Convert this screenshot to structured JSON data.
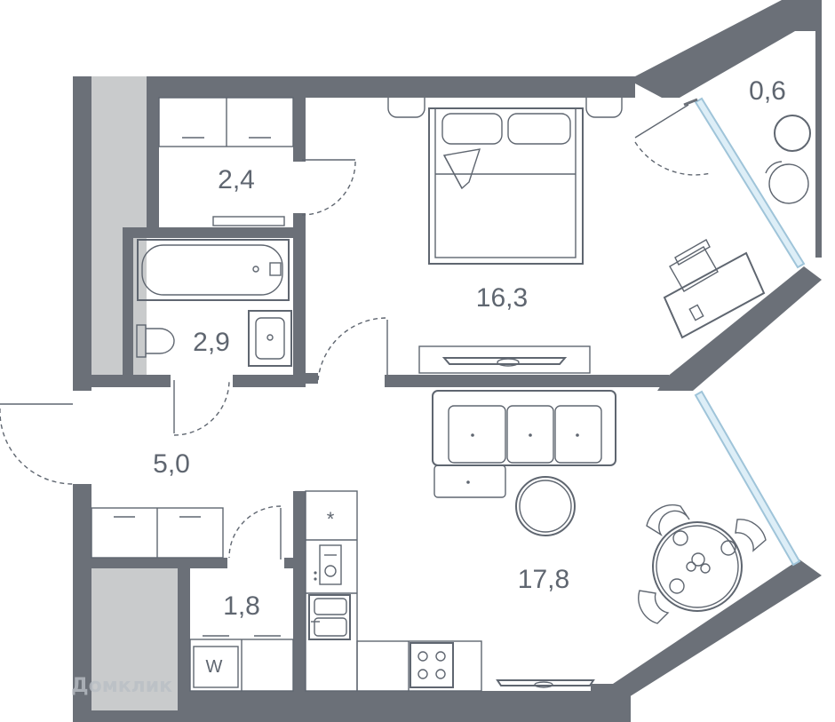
{
  "plan": {
    "rooms": [
      {
        "id": "balcony",
        "area": "0,6"
      },
      {
        "id": "wardrobe",
        "area": "2,4"
      },
      {
        "id": "bedroom",
        "area": "16,3"
      },
      {
        "id": "bathroom",
        "area": "2,9"
      },
      {
        "id": "hallway",
        "area": "5,0"
      },
      {
        "id": "laundry",
        "area": "1,8"
      },
      {
        "id": "living-kitchen",
        "area": "17,8"
      }
    ],
    "appliance_labels": {
      "washer": "W",
      "fridge": "*"
    },
    "watermark": "Домклик",
    "colors": {
      "wall": "#6b7078",
      "light_wall": "#c9cbcc",
      "glass": "#ddeef7",
      "text": "#5f6670",
      "furniture": "#5f6670"
    }
  }
}
